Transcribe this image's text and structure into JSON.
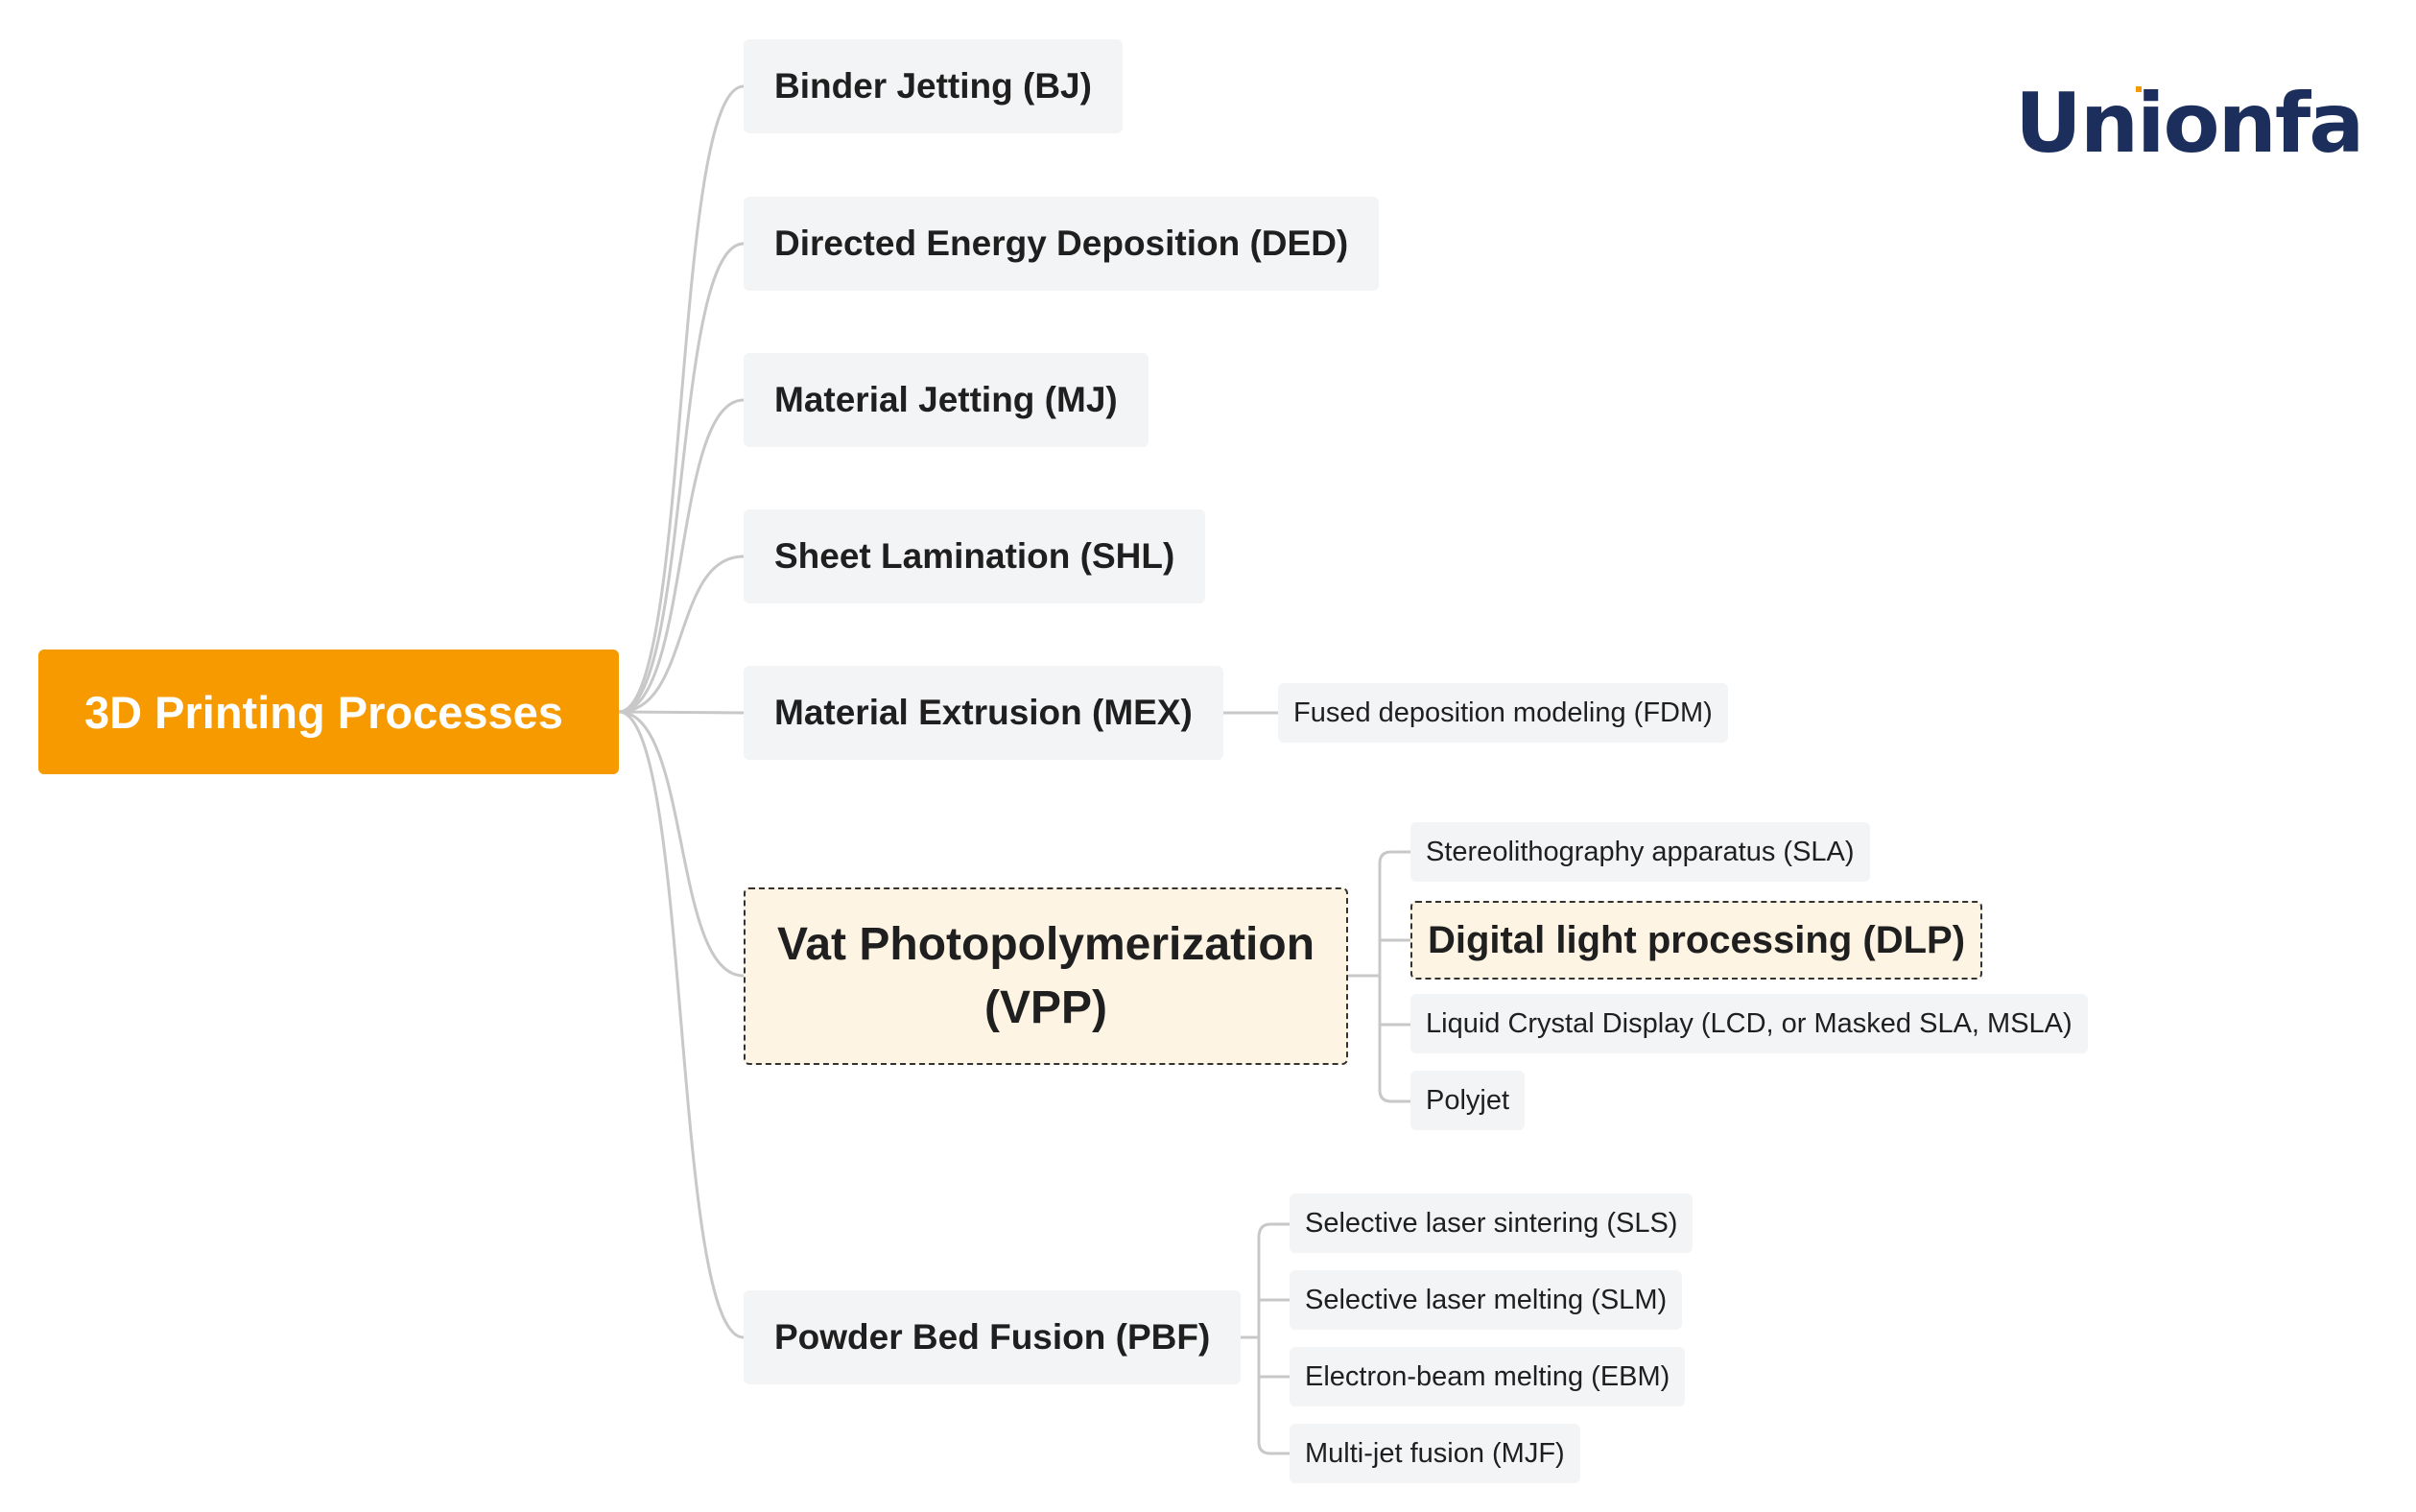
{
  "root": {
    "label": "3D Printing Processes"
  },
  "processes": {
    "bj": "Binder Jetting (BJ)",
    "ded": "Directed Energy Deposition (DED)",
    "mj": "Material Jetting (MJ)",
    "shl": "Sheet Lamination (SHL)",
    "mex": "Material Extrusion (MEX)",
    "vpp_line1": "Vat Photopolymerization",
    "vpp_line2": "(VPP)",
    "pbf": "Powder Bed Fusion (PBF)"
  },
  "mex_children": {
    "fdm": "Fused deposition modeling (FDM)"
  },
  "vpp_children": {
    "sla": "Stereolithography apparatus (SLA)",
    "dlp": "Digital light processing (DLP)",
    "lcd": "Liquid Crystal Display (LCD, or Masked SLA, MSLA)",
    "polyjet": "Polyjet"
  },
  "pbf_children": {
    "sls": "Selective laser sintering (SLS)",
    "slm": "Selective laser melting (SLM)",
    "ebm": "Electron-beam melting (EBM)",
    "mjf": "Multi-jet fusion (MJF)"
  },
  "logo": {
    "text": "Unionfab",
    "color": "#1C2E5C",
    "accent": "#F79A00"
  },
  "colors": {
    "root": "#F79A00",
    "node": "#F3F4F6",
    "highlight": "#FDF4E4",
    "connector": "#C8C8C8"
  }
}
